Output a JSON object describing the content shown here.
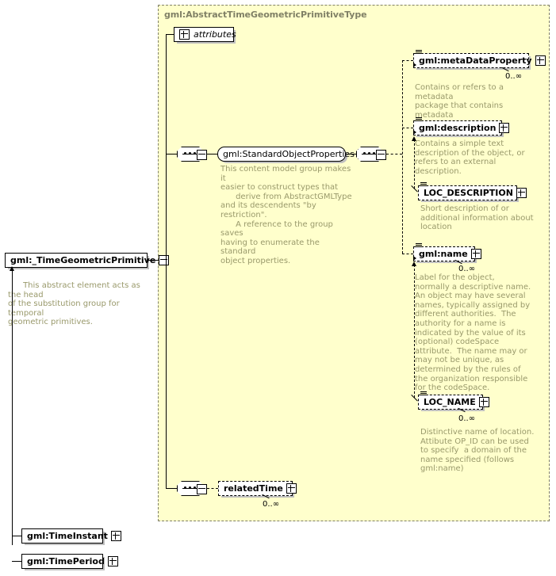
{
  "diagram": {
    "kind": "xsd-schema-diagram",
    "background": "#ffffff",
    "type_panel_color": "#ffffcc",
    "doc_text_color": "#99996b"
  },
  "type_box": {
    "title": "gml:AbstractTimeGeometricPrimitiveType"
  },
  "root_element": {
    "label": "gml:_TimeGeometricPrimitive",
    "control": "minus",
    "doc": "      This abstract element acts as the head\nof the substitution group for temporal\ngeometric primitives."
  },
  "substitution_members": [
    {
      "label": "gml:TimeInstant",
      "control": "plus"
    },
    {
      "label": "gml:TimePeriod",
      "control": "plus"
    }
  ],
  "attributes_node": {
    "label": "attributes",
    "control": "plus"
  },
  "group_node": {
    "label": "gml:StandardObjectProperties",
    "control": "minus",
    "doc": "This content model group makes it\neasier to construct types that\n      derive from AbstractGMLType\nand its descendents \"by restriction\".\n      A reference to the group saves\nhaving to enumerate the standard\nobject properties."
  },
  "compositors": [
    {
      "name": "sequence-outer",
      "symbol": "sequence",
      "control": "minus"
    },
    {
      "name": "sequence-group-inner",
      "symbol": "sequence",
      "control": "minus"
    },
    {
      "name": "sequence-related-time",
      "symbol": "sequence",
      "control": "minus"
    }
  ],
  "properties": [
    {
      "label": "gml:metaDataProperty",
      "control": "plus",
      "occurs": "0..∞",
      "doc": "Contains or refers to a metadata\npackage that contains metadata\nproperties."
    },
    {
      "label": "gml:description",
      "control": "plus",
      "occurs": "",
      "doc": "Contains a simple text\ndescription of the object, or\nrefers to an external\ndescription."
    },
    {
      "label": "LOC_DESCRIPTION",
      "control": "plus",
      "occurs": "",
      "doc": "Short description of or\nadditional information about\nlocation"
    },
    {
      "label": "gml:name",
      "control": "plus",
      "occurs": "0..∞",
      "doc": "Label for the object,\nnormally a descriptive name.\nAn object may have several\nnames, typically assigned by\ndifferent authorities.  The\nauthority for a name is\nindicated by the value of its\n(optional) codeSpace\nattribute.  The name may or\nmay not be unique, as\ndetermined by the rules of\nthe organization responsible\nfor the codeSpace."
    },
    {
      "label": "LOC_NAME",
      "control": "plus",
      "occurs": "0..∞",
      "doc": "Distinctive name of location.\nAttibute OP_ID can be used\nto specify  a domain of the\nname specified (follows\ngml:name)"
    },
    {
      "label": "relatedTime",
      "control": "plus",
      "occurs": "0..∞",
      "doc": ""
    }
  ]
}
